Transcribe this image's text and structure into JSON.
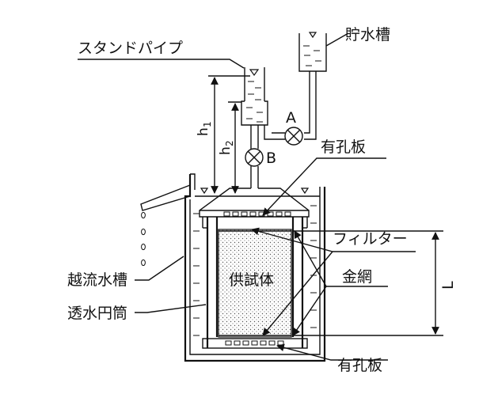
{
  "labels": {
    "standpipe": "スタンドパイプ",
    "reservoir": "貯水槽",
    "valve_a": "A",
    "valve_b": "B",
    "perforated_top": "有孔板",
    "perforated_bottom": "有孔板",
    "filter": "フィルター",
    "wire_mesh": "金網",
    "specimen": "供試体",
    "overflow_tank": "越流水槽",
    "permeameter": "透水円筒",
    "h1": "h",
    "h1_sub": "1",
    "h2": "h",
    "h2_sub": "2",
    "length": "L"
  },
  "colors": {
    "line": "#111111",
    "background": "#ffffff",
    "specimen_dots": "#555555"
  }
}
